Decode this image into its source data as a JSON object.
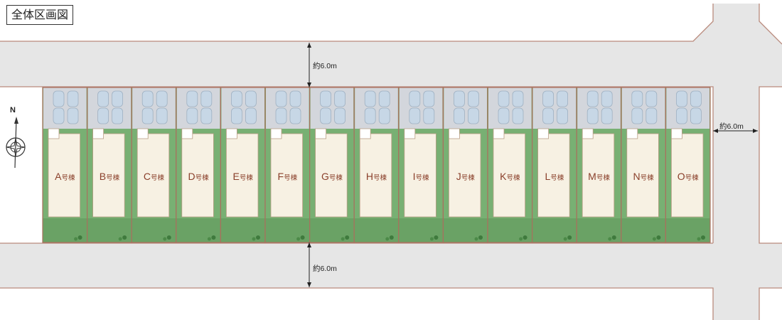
{
  "title": "全体区画図",
  "roads": {
    "top_width": "約6.0m",
    "bottom_width": "約6.0m",
    "right_width": "約6.0m"
  },
  "compass": {
    "label": "N"
  },
  "lots": [
    {
      "letter": "A",
      "suffix": "号棟"
    },
    {
      "letter": "B",
      "suffix": "号棟"
    },
    {
      "letter": "C",
      "suffix": "号棟"
    },
    {
      "letter": "D",
      "suffix": "号棟"
    },
    {
      "letter": "E",
      "suffix": "号棟"
    },
    {
      "letter": "F",
      "suffix": "号棟"
    },
    {
      "letter": "G",
      "suffix": "号棟"
    },
    {
      "letter": "H",
      "suffix": "号棟"
    },
    {
      "letter": "I",
      "suffix": "号棟"
    },
    {
      "letter": "J",
      "suffix": "号棟"
    },
    {
      "letter": "K",
      "suffix": "号棟"
    },
    {
      "letter": "L",
      "suffix": "号棟"
    },
    {
      "letter": "M",
      "suffix": "号棟"
    },
    {
      "letter": "N",
      "suffix": "号棟"
    },
    {
      "letter": "O",
      "suffix": "号棟"
    }
  ],
  "colors": {
    "road": "#e6e6e6",
    "road_edge": "#b98a7c",
    "lot_border": "#a9705e",
    "lawn": "#78b073",
    "house": "#f7f1e3",
    "parking": "#d3d6dc",
    "car": "#c7d7e6"
  }
}
